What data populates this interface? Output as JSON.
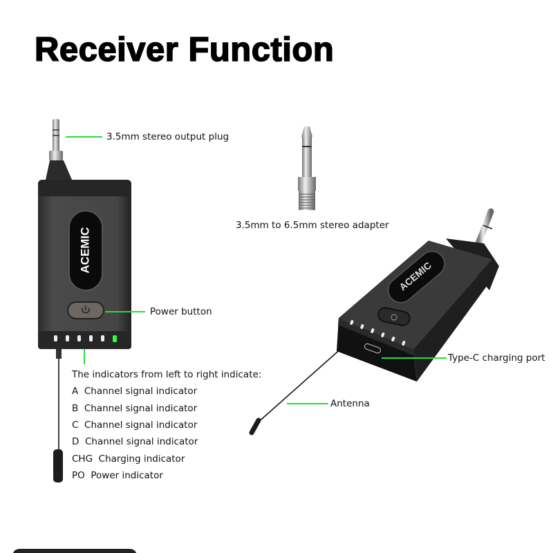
{
  "title": "Receiver Function",
  "brand_logo": "ACEMIC",
  "accent_color": "#22e03a",
  "labels": {
    "output_plug": "3.5mm stereo output plug",
    "adapter": "3.5mm to 6.5mm stereo adapter",
    "power_button": "Power button",
    "type_c": "Type-C charging port",
    "antenna": "Antenna"
  },
  "indicators": {
    "heading": "The indicators from left to right indicate:",
    "items": [
      {
        "code": "A",
        "text": "Channel signal indicator"
      },
      {
        "code": "B",
        "text": "Channel signal indicator"
      },
      {
        "code": "C",
        "text": "Channel signal indicator"
      },
      {
        "code": "D",
        "text": "Channel signal indicator"
      },
      {
        "code": "CHG",
        "text": "Charging indicator"
      },
      {
        "code": "PO",
        "text": "Power indicator"
      }
    ]
  },
  "icons": [
    "power-icon"
  ]
}
